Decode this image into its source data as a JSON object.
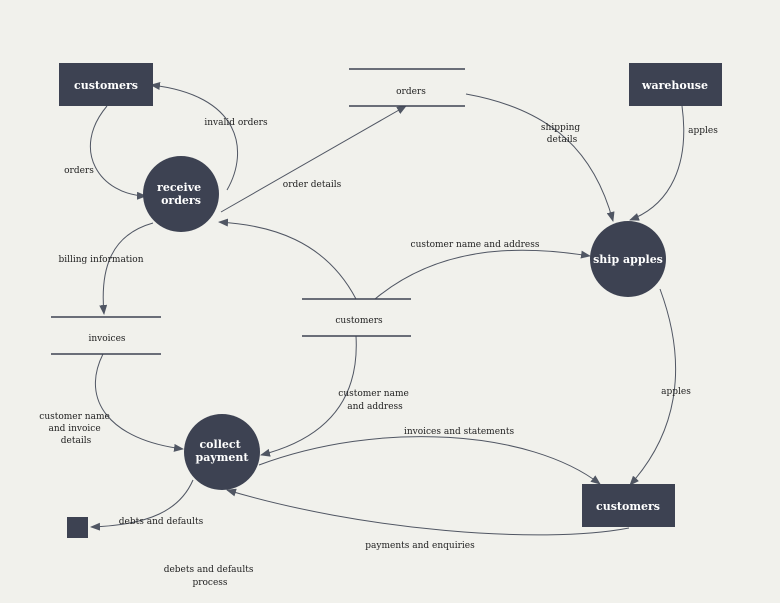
{
  "colors": {
    "background": "#f1f1ec",
    "node_fill": "#3d4252",
    "node_text": "#ffffff",
    "flow_stroke": "#505663",
    "label_text": "#222222"
  },
  "entities": {
    "customers_top": "customers",
    "warehouse": "warehouse",
    "customers_bottom": "customers"
  },
  "processes": {
    "receive_orders": [
      "receive",
      "orders"
    ],
    "ship_apples": [
      "ship apples"
    ],
    "collect_payment": [
      "collect",
      "payment"
    ]
  },
  "stores": {
    "orders": "orders",
    "invoices": "invoices",
    "customers": "customers"
  },
  "flows": {
    "invalid_orders": [
      "invalid orders"
    ],
    "orders": [
      "orders"
    ],
    "order_details": [
      "order details"
    ],
    "shipping_details": [
      "shipping",
      "details"
    ],
    "apples_warehouse": [
      "apples"
    ],
    "billing_information": [
      "billing information"
    ],
    "customer_name_address_ship": [
      "customer name and address"
    ],
    "apples_ship": [
      "apples"
    ],
    "customer_name_address_collect": [
      "customer name",
      "and address"
    ],
    "customer_name_invoice": [
      "customer name",
      "and invoice",
      "details"
    ],
    "invoices_statements": [
      "invoices and statements"
    ],
    "payments_enquiries": [
      "payments and enquiries"
    ],
    "debts_defaults": [
      "debts and defaults"
    ]
  },
  "notes": {
    "debts_process": [
      "debets and defaults",
      "process"
    ]
  }
}
